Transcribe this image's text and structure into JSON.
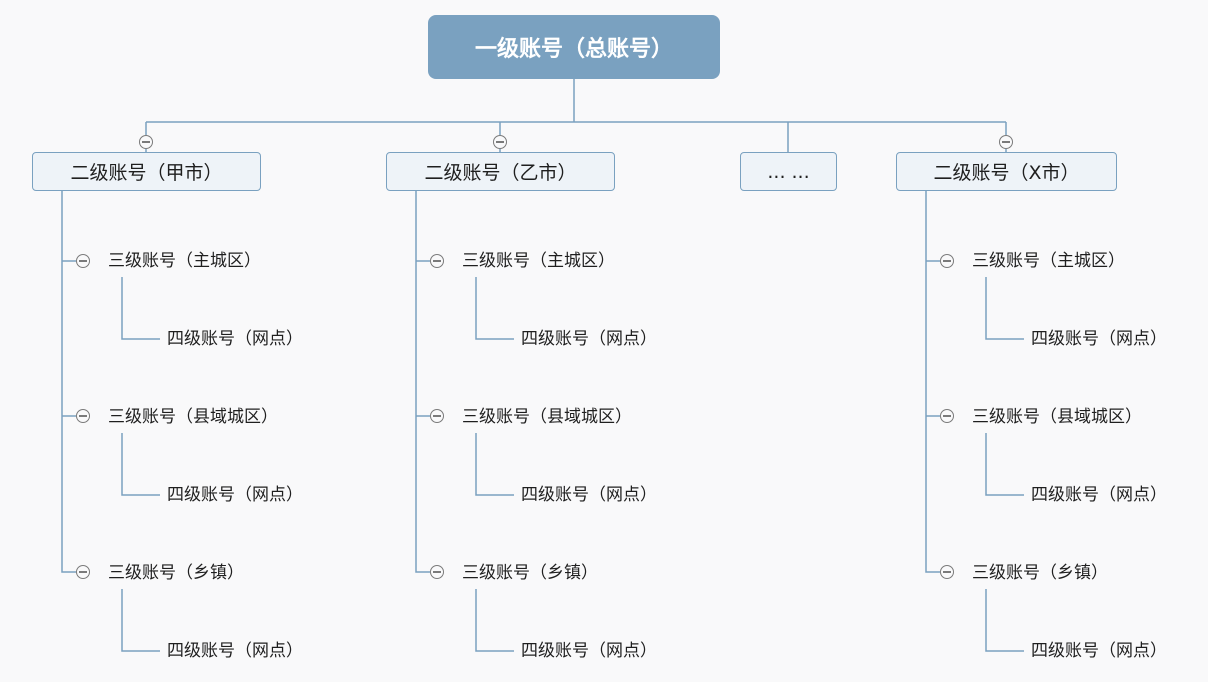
{
  "root": {
    "label": "一级账号（总账号）"
  },
  "level2": [
    {
      "label": "二级账号（甲市）"
    },
    {
      "label": "二级账号（乙市）"
    },
    {
      "label": "... ..."
    },
    {
      "label": "二级账号（X市）"
    }
  ],
  "level3": [
    "三级账号（主城区）",
    "三级账号（县域城区）",
    "三级账号（乡镇）"
  ],
  "level4": "四级账号（网点）",
  "colors": {
    "root_fill": "#7aa1c0",
    "node_fill": "#eef3f8",
    "connector": "#7aa1c0",
    "toggle": "#7a7a7a"
  },
  "icons": {
    "toggle": "collapse-minus-icon"
  }
}
